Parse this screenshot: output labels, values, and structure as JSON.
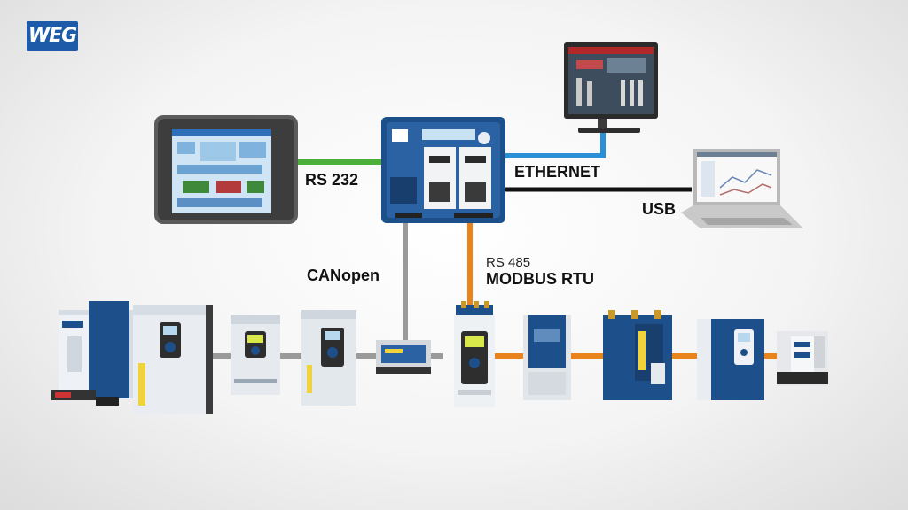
{
  "brand": {
    "logo_text": "WEG",
    "color": "#1d5ba8"
  },
  "links": {
    "rs232": "RS 232",
    "ethernet": "ETHERNET",
    "usb": "USB",
    "canopen": "CANopen",
    "rs485": "RS 485",
    "modbus": "MODBUS RTU"
  },
  "devices": {
    "hmi": "hmi-touch-panel",
    "plc": "plc-controller",
    "monitor": "scada-monitor",
    "laptop": "laptop",
    "canopen_devices": [
      "servo-drive",
      "frequency-inverter-large",
      "frequency-inverter-small",
      "frequency-inverter-medium",
      "canopen-io-module"
    ],
    "modbus_devices": [
      "soft-starter",
      "soft-starter-compact",
      "soft-starter-large",
      "frequency-inverter-cabinet",
      "remote-io-module"
    ]
  },
  "colors": {
    "rs232": "#4caf3a",
    "ethernet": "#2a8fd6",
    "usb": "#111111",
    "canopen": "#9a9a9a",
    "modbus": "#e9841c",
    "device_blue": "#1d4f8a",
    "device_white": "#eef2f6"
  }
}
